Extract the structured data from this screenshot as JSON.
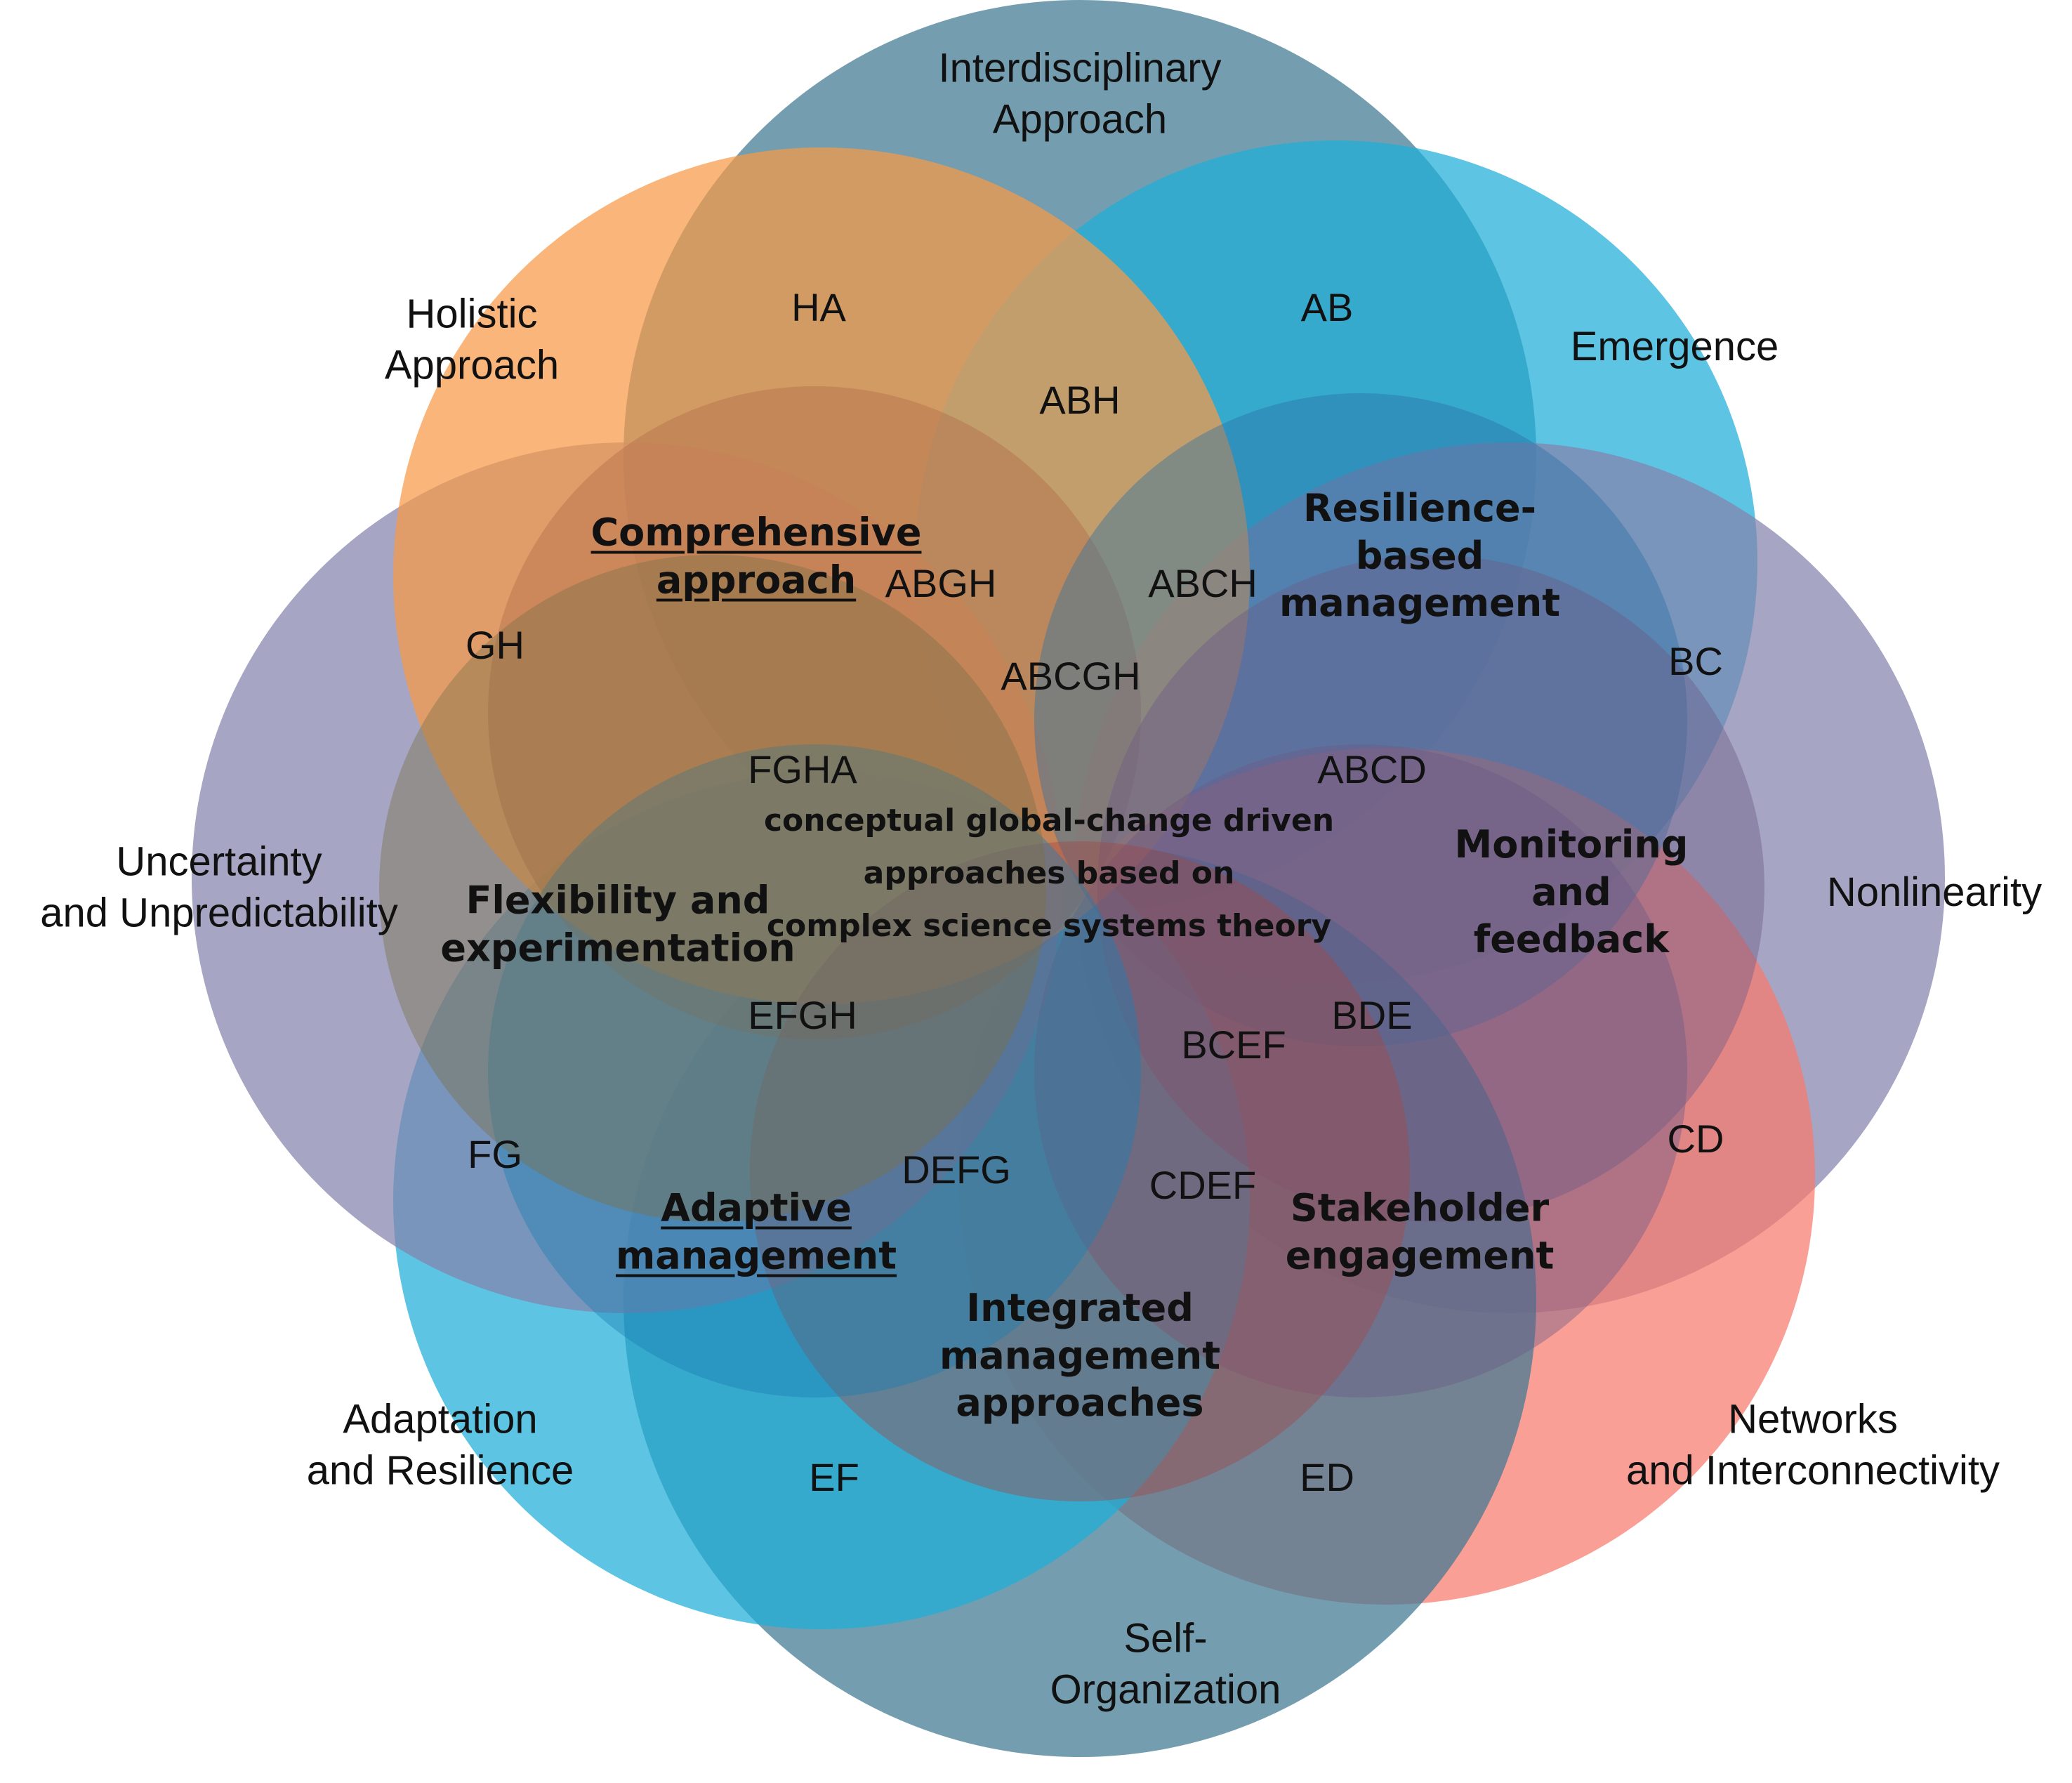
{
  "diagram": {
    "principles": [
      {
        "key": "A",
        "label": "Interdisciplinary\nApproach",
        "color": "#3f7892"
      },
      {
        "key": "B",
        "label": "Emergence",
        "color": "#1fafd8"
      },
      {
        "key": "C",
        "label": "Nonlinearity",
        "color": "#8382ac"
      },
      {
        "key": "D",
        "label": "Networks\nand Interconnectivity",
        "color": "#f87a6d"
      },
      {
        "key": "E",
        "label": "Self-\nOrganization",
        "color": "#3f7892"
      },
      {
        "key": "F",
        "label": "Adaptation\nand Resilience",
        "color": "#1fafd8"
      },
      {
        "key": "G",
        "label": "Uncertainty\nand Unpredictability",
        "color": "#8382ac"
      },
      {
        "key": "H",
        "label": "Holistic\nApproach",
        "color": "#f89a47"
      }
    ],
    "approaches": [
      {
        "key": "comprehensive",
        "label": "Comprehensive\napproach",
        "underlined": true,
        "color": "#b06c48"
      },
      {
        "key": "resilience",
        "label": "Resilience-\nbased\nmanagement",
        "underlined": false,
        "color": "#2b6fa6"
      },
      {
        "key": "monitoring",
        "label": "Monitoring\nand\nfeedback",
        "underlined": false,
        "color": "#6c5a86"
      },
      {
        "key": "stakeholder",
        "label": "Stakeholder\nengagement",
        "underlined": false,
        "color": "#6c5a86"
      },
      {
        "key": "integrated",
        "label": "Integrated\nmanagement\napproaches",
        "underlined": false,
        "color": "#a34848"
      },
      {
        "key": "adaptive",
        "label": "Adaptive\nmanagement",
        "underlined": true,
        "color": "#1b7eb2"
      },
      {
        "key": "flexibility",
        "label": "Flexibility and\nexperimentation",
        "underlined": false,
        "color": "#7c7048"
      }
    ],
    "regions": [
      "HA",
      "AB",
      "ABH",
      "GH",
      "ABGH",
      "ABCH",
      "BC",
      "ABCGH",
      "FGHA",
      "ABCD",
      "EFGH",
      "BDE",
      "BCEF",
      "FG",
      "DEFG",
      "CDEF",
      "CD",
      "EF",
      "ED"
    ],
    "center": "conceptual global-change driven\napproaches based on\ncomplex science systems theory"
  }
}
